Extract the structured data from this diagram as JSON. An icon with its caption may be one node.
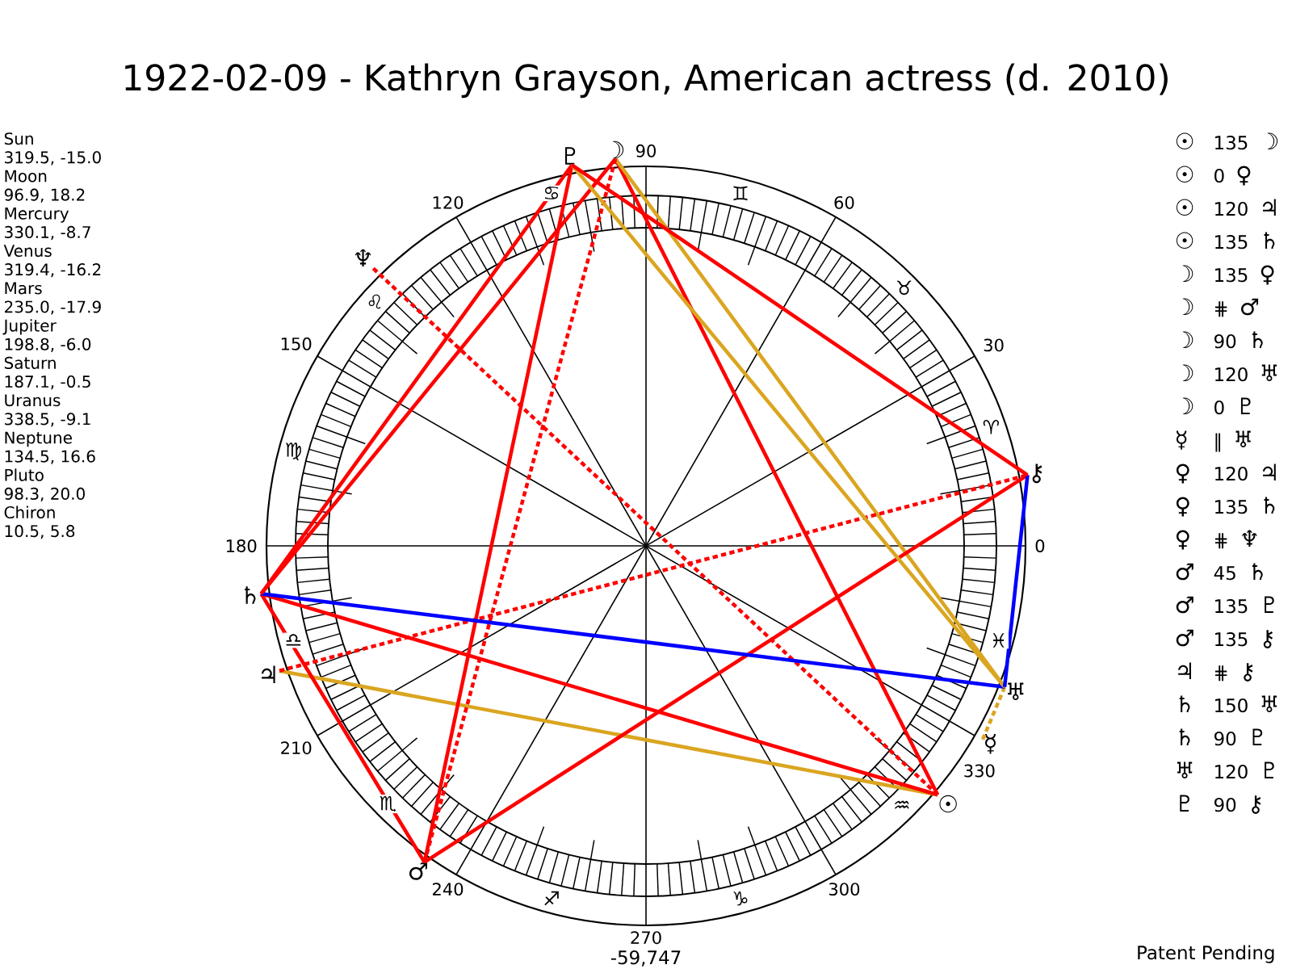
{
  "diagram": {
    "title": "1922-02-09 - Kathryn Grayson, American actress (d. 2010)",
    "nodes": [
      {
        "text": [
          "♇"
        ]
      },
      {
        "text": [
          "☽"
        ]
      },
      {
        "text": [
          "♆"
        ]
      },
      {
        "text": [
          "⚷"
        ]
      },
      {
        "text": [
          "♄"
        ]
      },
      {
        "text": [
          "♃"
        ]
      },
      {
        "text": [
          "♅"
        ]
      },
      {
        "text": [
          "☿"
        ]
      },
      {
        "text": [
          "☉"
        ]
      },
      {
        "text": [
          "♂"
        ]
      }
    ],
    "edges": [
      {
        "from": 8,
        "to": 1,
        "arrow": "none"
      },
      {
        "from": 8,
        "to": 5,
        "arrow": "none",
        "color": "#daa520"
      },
      {
        "from": 8,
        "to": 4,
        "arrow": "none"
      },
      {
        "from": 1,
        "to": 4,
        "arrow": "none"
      },
      {
        "from": 1,
        "to": 6,
        "arrow": "none",
        "color": "#daa520"
      },
      {
        "from": 1,
        "to": 9,
        "arrow": "none",
        "style": "dashed"
      },
      {
        "from": 7,
        "to": 6,
        "arrow": "none",
        "style": "dashed",
        "color": "#daa520"
      },
      {
        "from": 8,
        "to": 2,
        "arrow": "none",
        "style": "dashed"
      },
      {
        "from": 9,
        "to": 4,
        "arrow": "none"
      },
      {
        "from": 9,
        "to": 0,
        "arrow": "none"
      },
      {
        "from": 9,
        "to": 3,
        "arrow": "none"
      },
      {
        "from": 5,
        "to": 3,
        "arrow": "none",
        "style": "dashed"
      },
      {
        "from": 4,
        "to": 6,
        "arrow": "none",
        "color": "#0000ff"
      },
      {
        "from": 4,
        "to": 0,
        "arrow": "none"
      },
      {
        "from": 6,
        "to": 0,
        "arrow": "none",
        "color": "#daa520"
      },
      {
        "from": 6,
        "to": 3,
        "arrow": "none",
        "color": "#0000ff"
      },
      {
        "from": 0,
        "to": 3,
        "arrow": "none"
      }
    ],
    "labels": [
      "Sun",
      "319.5, -15.0",
      "Moon",
      "96.9, 18.2",
      "Mercury",
      "330.1, -8.7",
      "Venus",
      "319.4, -16.2",
      "Mars",
      "235.0, -17.9",
      "Jupiter",
      "198.8, -6.0",
      "Saturn",
      "187.1, -0.5",
      "Uranus",
      "338.5, -9.1",
      "Neptune",
      "134.5, 16.6",
      "Pluto",
      "98.3, 20.0",
      "Chiron",
      "10.5, 5.8",
      "☉",
      "135",
      "☽",
      "☉",
      "0",
      "♀",
      "☉",
      "120",
      "♃",
      "☉",
      "135",
      "♄",
      "☽",
      "135",
      "♀",
      "☽",
      "⋕",
      "♂",
      "☽",
      "90",
      "♄",
      "☽",
      "120",
      "♅",
      "☽",
      "0",
      "♇",
      "☿",
      "‖",
      "♅",
      "♀",
      "120",
      "♃",
      "♀",
      "135",
      "♄",
      "♀",
      "⋕",
      "♆",
      "♂",
      "45",
      "♄",
      "♂",
      "135",
      "♇",
      "♂",
      "135",
      "⚷",
      "♃",
      "⋕",
      "⚷",
      "♄",
      "150",
      "♅",
      "♄",
      "90",
      "♇",
      "♅",
      "120",
      "♇",
      "♇",
      "90",
      "⚷",
      "90",
      "120",
      "60",
      "150",
      "30",
      "180",
      "0",
      "210",
      "330",
      "240",
      "300",
      "270",
      "♋",
      "♊",
      "♌",
      "♉",
      "♍",
      "♈",
      "♎",
      "♓",
      "♏",
      "♒",
      "♐",
      "♑",
      "-59,747",
      "Patent Pending"
    ]
  }
}
